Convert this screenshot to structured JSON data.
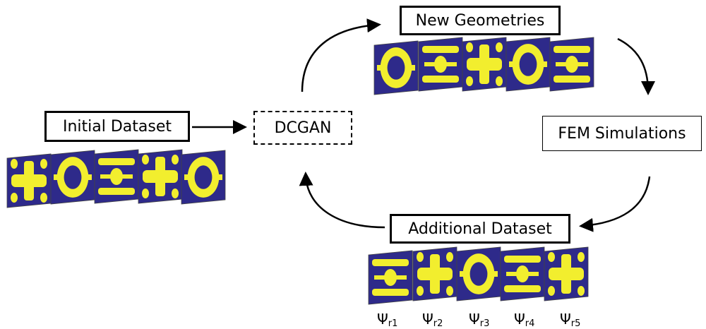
{
  "nodes": {
    "initial_dataset": "Initial Dataset",
    "dcgan": "DCGAN",
    "new_geometries": "New Geometries",
    "fem_simulations": "FEM Simulations",
    "additional_dataset": "Additional Dataset"
  },
  "labels": [
    {
      "symbol": "Ψ",
      "sub": "r1"
    },
    {
      "symbol": "Ψ",
      "sub": "r2"
    },
    {
      "symbol": "Ψ",
      "sub": "r3"
    },
    {
      "symbol": "Ψ",
      "sub": "r4"
    },
    {
      "symbol": "Ψ",
      "sub": "r5"
    }
  ],
  "colors": {
    "tile_background": "#2e2a8a",
    "tile_pattern": "#f2ee2e",
    "stroke": "#000000"
  }
}
